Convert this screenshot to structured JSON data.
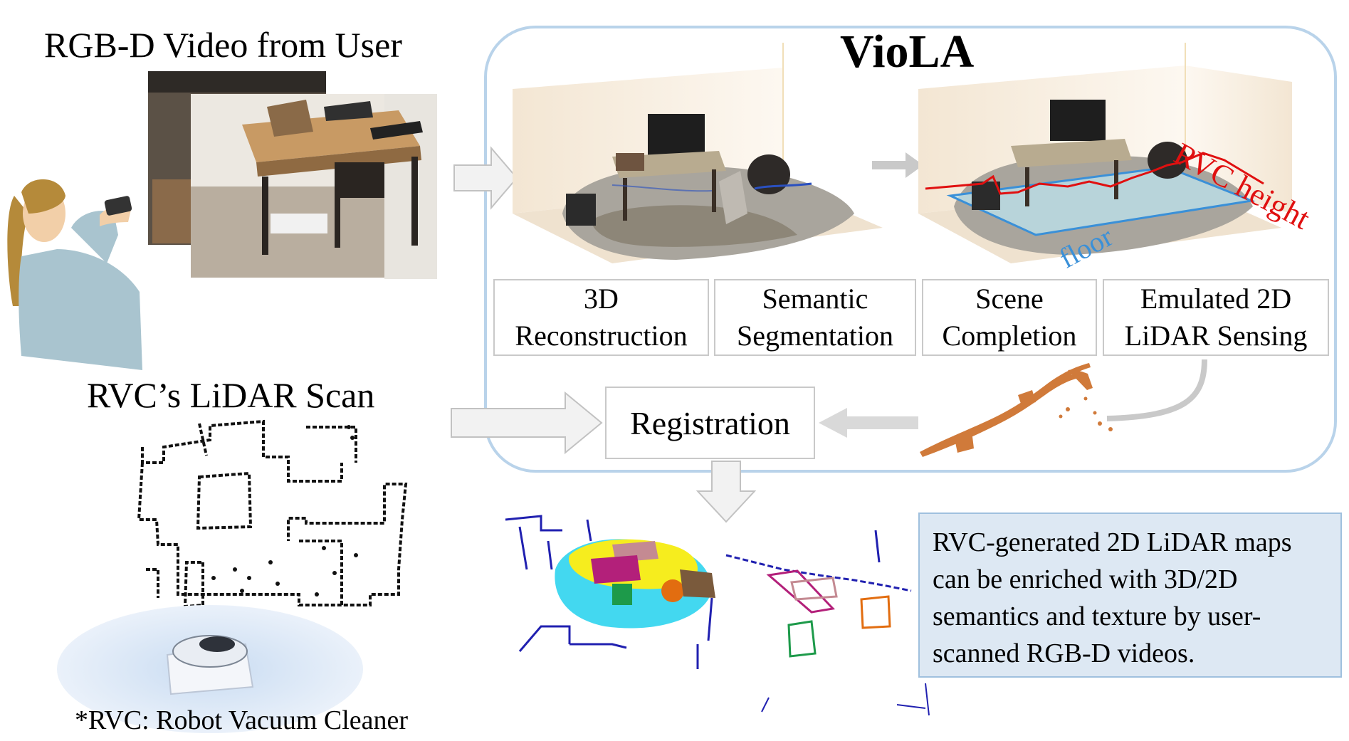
{
  "titles": {
    "rgbd_video": "RGB-D Video from User",
    "lidar_scan": "RVC’s LiDAR Scan",
    "viola": "VioLA"
  },
  "pipeline_steps": [
    {
      "line1": "3D",
      "line2": "Reconstruction"
    },
    {
      "line1": "Semantic",
      "line2": "Segmentation"
    },
    {
      "line1": "Scene",
      "line2": "Completion"
    },
    {
      "line1": "Emulated 2D",
      "line2": "LiDAR Sensing"
    }
  ],
  "registration_label": "Registration",
  "scene_labels": {
    "rvc_height": "RVC height",
    "floor": "floor"
  },
  "info_text": "RVC-generated 2D LiDAR maps can be enriched with 3D/2D semantics and texture by user-scanned RGB-D videos.",
  "footnote": "*RVC: Robot Vacuum Cleaner",
  "colors": {
    "panel_border": "#b9d3ea",
    "info_bg": "#dde8f3",
    "rvc_height": "#e01010",
    "floor": "#3a90d8",
    "lidar_orange": "#d07a3a",
    "map_blue": "#2020b0"
  }
}
